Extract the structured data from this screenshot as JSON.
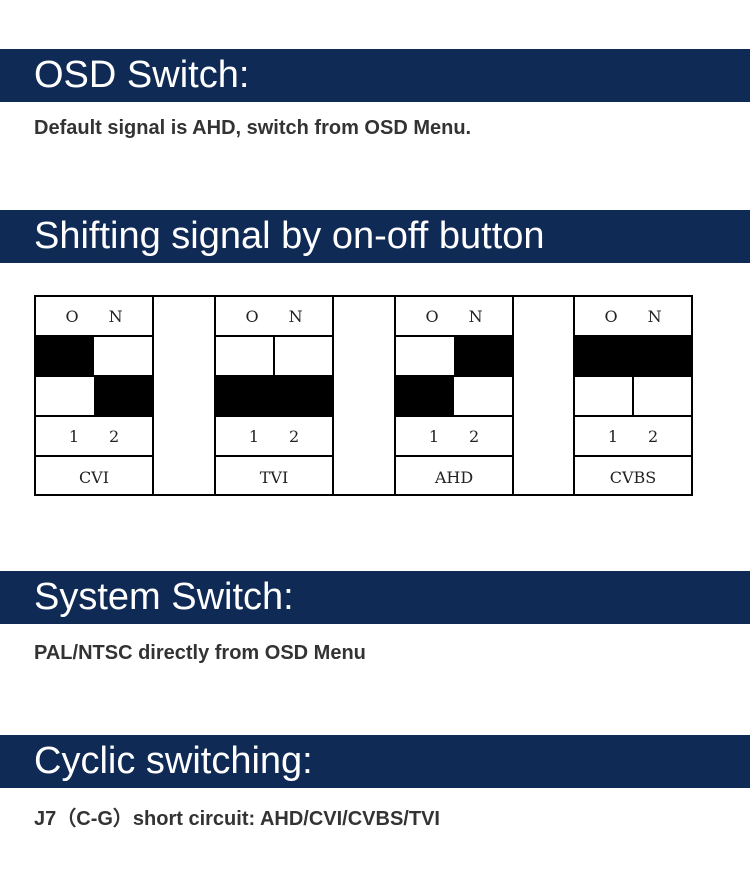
{
  "sections": [
    {
      "title": "OSD Switch:",
      "text": "Default signal is AHD, switch from OSD Menu."
    },
    {
      "title": "Shifting signal by on-off button"
    },
    {
      "title": "System Switch:",
      "text": "PAL/NTSC directly from OSD Menu"
    },
    {
      "title": "Cyclic switching:",
      "text": "J7（C-G）short circuit: AHD/CVI/CVBS/TVI"
    }
  ],
  "switch_table": {
    "on_label_o": "O",
    "on_label_n": "N",
    "pin1": "1",
    "pin2": "2",
    "modes": [
      {
        "label": "CVI",
        "top": [
          1,
          0
        ],
        "bottom": [
          0,
          1
        ]
      },
      {
        "label": "TVI",
        "top": [
          0,
          0
        ],
        "bottom": [
          1,
          1
        ]
      },
      {
        "label": "AHD",
        "top": [
          0,
          1
        ],
        "bottom": [
          1,
          0
        ]
      },
      {
        "label": "CVBS",
        "top": [
          1,
          1
        ],
        "bottom": [
          0,
          0
        ]
      }
    ]
  }
}
